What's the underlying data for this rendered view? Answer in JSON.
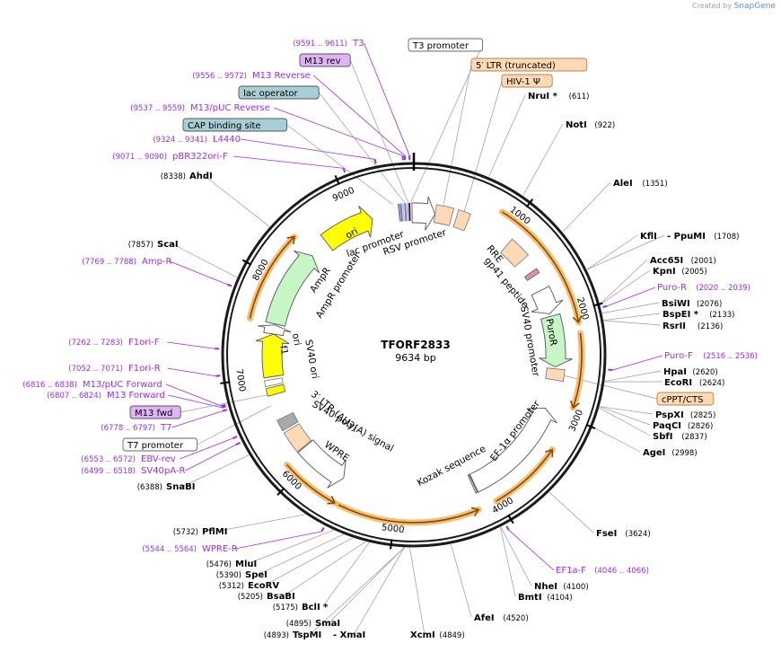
{
  "branding": {
    "prefix": "Created by",
    "name": "SnapGene"
  },
  "plasmid": {
    "name": "TFORF2833",
    "size_label": "9634 bp",
    "total_bp": 9634
  },
  "colors": {
    "enzyme": "#000000",
    "primer": "#9b30d9",
    "backbone": "#1a1a1a",
    "orange_outline": "#f2b45a",
    "feature_orange": "#fdd9b5",
    "feature_blue": "#a8cfd6",
    "feature_purple": "#e0b4f4"
  },
  "ticks": [
    {
      "label": "1000",
      "bp": 1000
    },
    {
      "label": "2000",
      "bp": 2000
    },
    {
      "label": "3000",
      "bp": 3000
    },
    {
      "label": "4000",
      "bp": 4000
    },
    {
      "label": "5000",
      "bp": 5000
    },
    {
      "label": "6000",
      "bp": 6000
    },
    {
      "label": "7000",
      "bp": 7000
    },
    {
      "label": "8000",
      "bp": 8000
    },
    {
      "label": "9000",
      "bp": 9000
    }
  ],
  "enzymes": [
    {
      "name": "NruI *",
      "pos": "(611)",
      "bp": 611
    },
    {
      "name": "NotI",
      "pos": "(922)",
      "bp": 922
    },
    {
      "name": "AleI",
      "pos": "(1351)",
      "bp": 1351
    },
    {
      "name": "KflI",
      "pos": "",
      "bp": 1708
    },
    {
      "name": "- PpuMI",
      "pos": "(1708)",
      "bp": 1708
    },
    {
      "name": "Acc65I",
      "pos": "(2001)",
      "bp": 2001
    },
    {
      "name": "KpnI",
      "pos": "(2005)",
      "bp": 2005
    },
    {
      "name": "BsiWI",
      "pos": "(2076)",
      "bp": 2076
    },
    {
      "name": "BspEI *",
      "pos": "(2133)",
      "bp": 2133
    },
    {
      "name": "RsrII",
      "pos": "(2136)",
      "bp": 2136
    },
    {
      "name": "HpaI",
      "pos": "(2620)",
      "bp": 2620
    },
    {
      "name": "EcoRI",
      "pos": "(2624)",
      "bp": 2624
    },
    {
      "name": "PspXI",
      "pos": "(2825)",
      "bp": 2825
    },
    {
      "name": "PaqCI",
      "pos": "(2826)",
      "bp": 2826
    },
    {
      "name": "SbfI",
      "pos": "(2837)",
      "bp": 2837
    },
    {
      "name": "AgeI",
      "pos": "(2998)",
      "bp": 2998
    },
    {
      "name": "FseI",
      "pos": "(3624)",
      "bp": 3624
    },
    {
      "name": "NheI",
      "pos": "(4100)",
      "bp": 4100
    },
    {
      "name": "BmtI",
      "pos": "(4104)",
      "bp": 4104
    },
    {
      "name": "AfeI",
      "pos": "(4520)",
      "bp": 4520
    },
    {
      "name": "XcmI",
      "pos": "(4849)",
      "bp": 4849
    },
    {
      "name": "TspMI",
      "pos": "(4893)",
      "bp": 4893
    },
    {
      "name": "- XmaI",
      "pos": "",
      "bp": 4893
    },
    {
      "name": "SmaI",
      "pos": "(4895)",
      "bp": 4895
    },
    {
      "name": "BclI *",
      "pos": "(5175)",
      "bp": 5175
    },
    {
      "name": "BsaBI",
      "pos": "(5205)",
      "bp": 5205
    },
    {
      "name": "EcoRV",
      "pos": "(5312)",
      "bp": 5312
    },
    {
      "name": "SpeI",
      "pos": "(5390)",
      "bp": 5390
    },
    {
      "name": "MluI",
      "pos": "(5476)",
      "bp": 5476
    },
    {
      "name": "PflMI",
      "pos": "(5732)",
      "bp": 5732
    },
    {
      "name": "SnaBI",
      "pos": "(6388)",
      "bp": 6388
    },
    {
      "name": "ScaI",
      "pos": "(7857)",
      "bp": 7857
    },
    {
      "name": "AhdI",
      "pos": "(8338)",
      "bp": 8338
    }
  ],
  "primers": [
    {
      "name": "T3",
      "pos": "(9591 .. 9611)",
      "bp": 9600
    },
    {
      "name": "M13 Reverse",
      "pos": "(9556 .. 9572)",
      "bp": 9564
    },
    {
      "name": "M13/pUC Reverse",
      "pos": "(9537 .. 9559)",
      "bp": 9548
    },
    {
      "name": "L4440",
      "pos": "(9324 .. 9341)",
      "bp": 9332
    },
    {
      "name": "pBR322ori-F",
      "pos": "(9071 .. 9090)",
      "bp": 9080
    },
    {
      "name": "Puro-R",
      "pos": "(2020 .. 2039)",
      "bp": 2030
    },
    {
      "name": "Puro-F",
      "pos": "(2516 .. 2536)",
      "bp": 2526
    },
    {
      "name": "EF1a-F",
      "pos": "(4046 .. 4066)",
      "bp": 4056
    },
    {
      "name": "WPRE-R",
      "pos": "(5544 .. 5564)",
      "bp": 5554
    },
    {
      "name": "SV40pA-R",
      "pos": "(6499 .. 6518)",
      "bp": 6508
    },
    {
      "name": "EBV-rev",
      "pos": "(6553 .. 6572)",
      "bp": 6562
    },
    {
      "name": "T7",
      "pos": "(6778 .. 6797)",
      "bp": 6787
    },
    {
      "name": "M13 Forward",
      "pos": "(6807 .. 6824)",
      "bp": 6815
    },
    {
      "name": "M13/pUC Forward",
      "pos": "(6816 .. 6838)",
      "bp": 6827
    },
    {
      "name": "F1ori-R",
      "pos": "(7052 .. 7071)",
      "bp": 7061
    },
    {
      "name": "F1ori-F",
      "pos": "(7262 .. 7283)",
      "bp": 7272
    },
    {
      "name": "Amp-R",
      "pos": "(7769 .. 7788)",
      "bp": 7778
    }
  ],
  "boxed_labels": [
    {
      "name": "T3 promoter",
      "style": "white"
    },
    {
      "name": "M13 rev",
      "style": "purple"
    },
    {
      "name": "lac operator",
      "style": "blue"
    },
    {
      "name": "CAP binding site",
      "style": "blue"
    },
    {
      "name": "5′ LTR (truncated)",
      "style": "orange"
    },
    {
      "name": "HIV-1 Ψ",
      "style": "orange"
    },
    {
      "name": "cPPT/CTS",
      "style": "orange"
    },
    {
      "name": "M13 fwd",
      "style": "purple"
    },
    {
      "name": "T7 promoter",
      "style": "white"
    }
  ],
  "inner_labels": [
    "RSV promoter",
    "lac promoter",
    "ori",
    "AmpR",
    "AmpR promoter",
    "f1",
    "ori",
    "SV40 ori",
    "SV40 poly(A) signal",
    "3′ LTR (ΔU3)",
    "WPRE",
    "RRE",
    "gp41 peptide",
    "SV40 promoter",
    "PuroR",
    "EF-1α promoter",
    "Kozak sequence"
  ],
  "features": [
    {
      "name": "5′ LTR (truncated)",
      "start": 230,
      "end": 410,
      "color": "#fdd9b5"
    },
    {
      "name": "HIV-1 Ψ",
      "start": 460,
      "end": 590,
      "color": "#fdd9b5"
    },
    {
      "name": "RRE",
      "start": 1080,
      "end": 1310,
      "color": "#fdd9b5"
    },
    {
      "name": "cPPT/CTS",
      "start": 2560,
      "end": 2680,
      "color": "#fdd9b5"
    },
    {
      "name": "3′ LTR (ΔU3)",
      "start": 6160,
      "end": 6395,
      "color": "#fdd9b5"
    },
    {
      "name": "SV40 poly(A) signal",
      "start": 6420,
      "end": 6540,
      "color": "#a9a9a9"
    },
    {
      "name": "SV40 ori",
      "start": 6900,
      "end": 6960,
      "color": "#ffffff"
    }
  ],
  "arrows": [
    {
      "name": "RSV promoter",
      "start": 9615,
      "end": 230,
      "color": "#ffffff",
      "dir": 1
    },
    {
      "name": "SV40 promoter",
      "start": 1690,
      "end": 1960,
      "color": "#ffffff",
      "dir": 1
    },
    {
      "name": "PuroR",
      "start": 1990,
      "end": 2540,
      "color": "#c6f5c6",
      "dir": 1
    },
    {
      "name": "EF-1α promoter",
      "start": 3000,
      "end": 4170,
      "color": "#ffffff",
      "dir": -1
    },
    {
      "name": "WPRE",
      "start": 5610,
      "end": 6150,
      "color": "#ffffff",
      "dir": -1
    },
    {
      "name": "f1 ori",
      "start": 6990,
      "end": 7450,
      "color": "#ffff00",
      "dir": 1
    },
    {
      "name": "AmpR promoter",
      "start": 7450,
      "end": 7550,
      "color": "#ffffff",
      "dir": 1
    },
    {
      "name": "AmpR",
      "start": 7560,
      "end": 8410,
      "color": "#c6f5c6",
      "dir": 1
    },
    {
      "name": "ori",
      "start": 8620,
      "end": 9180,
      "color": "#ffff00",
      "dir": 1
    }
  ],
  "orange_arcs": [
    {
      "start": 850,
      "end": 2110,
      "dir": 1
    },
    {
      "start": 2210,
      "end": 2900,
      "dir": 1
    },
    {
      "start": 3330,
      "end": 4030,
      "dir": -1
    },
    {
      "start": 4210,
      "end": 5530,
      "dir": -1
    },
    {
      "start": 5570,
      "end": 6130,
      "dir": -1
    },
    {
      "start": 7560,
      "end": 8420,
      "dir": 1
    }
  ]
}
